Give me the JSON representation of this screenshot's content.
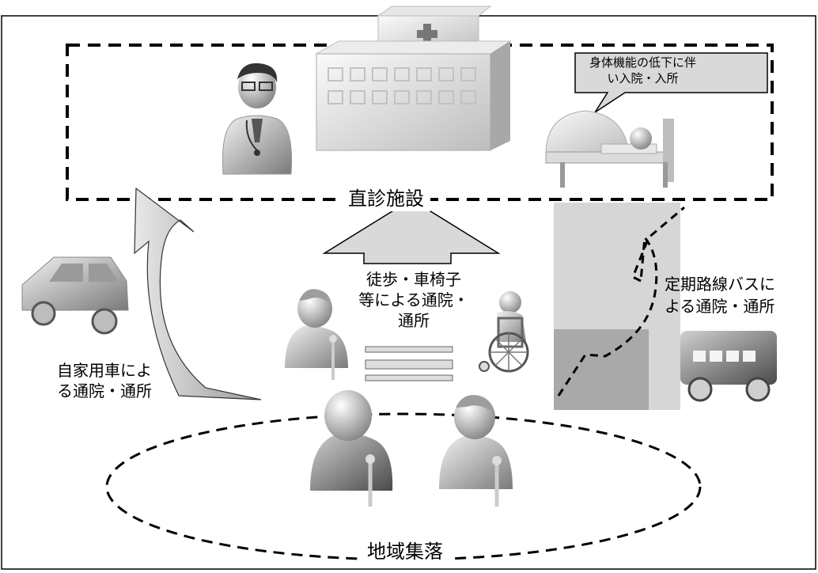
{
  "labels": {
    "facility": "直診施設",
    "community": "地域集落",
    "walk": [
      "徒歩・車椅子",
      "等による通院・",
      "通所"
    ],
    "car": [
      "自家用車によ",
      "る通院・通所"
    ],
    "bus": [
      "定期路線バスに",
      "よる通院・通所"
    ],
    "callout": [
      "身体機能の低下に伴",
      "い入院・入所"
    ]
  },
  "icons": [
    "doctor-icon",
    "hospital-icon",
    "bed-icon",
    "car-icon",
    "elderly-person-icon",
    "wheelchair-user-icon",
    "bus-icon"
  ],
  "colors": {
    "line": "#000000",
    "shade": "#b8b8b8",
    "shade_dark": "#8a8a8a",
    "callout_fill": "#d9d9d9"
  }
}
